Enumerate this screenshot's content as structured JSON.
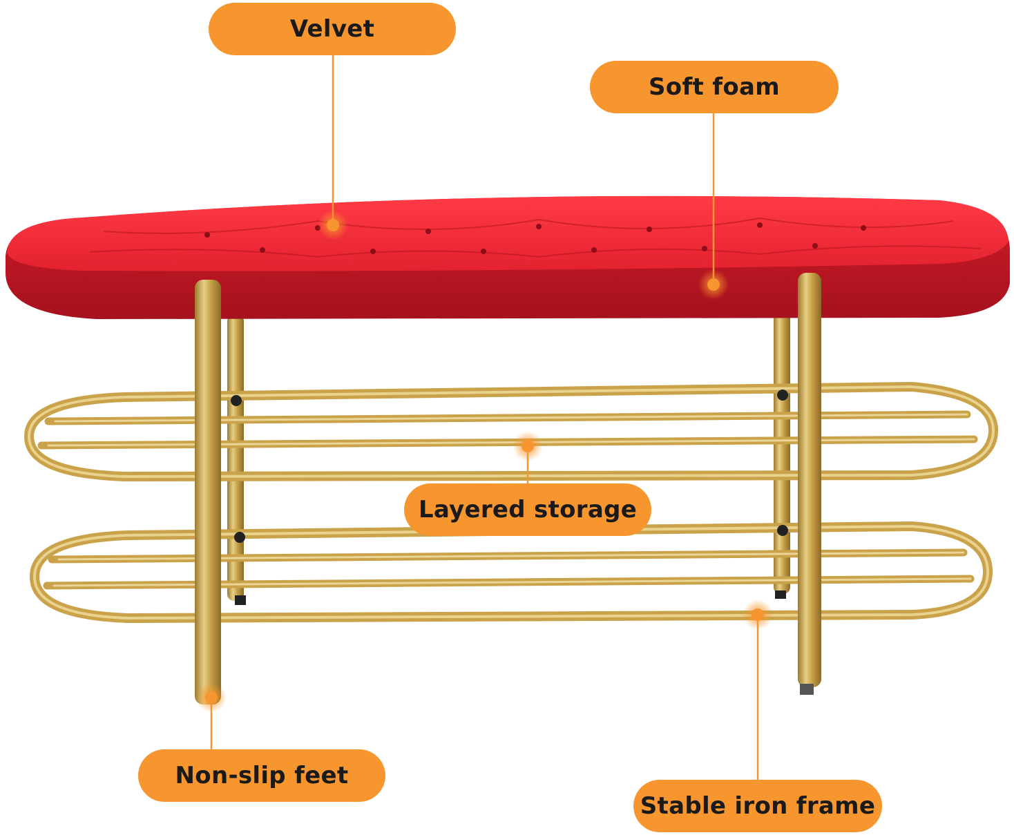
{
  "labels": {
    "velvet": "Velvet",
    "soft_foam": "Soft foam",
    "layered_storage": "Layered storage",
    "non_slip_feet": "Non-slip feet",
    "stable_iron_frame": "Stable iron frame"
  },
  "colors": {
    "callout_orange": "#F7952F",
    "callout_text": "#1A1A1A",
    "velvet_red": "#D61F2C",
    "frame_gold": "#C9A24A",
    "background": "#FFFFFF"
  }
}
